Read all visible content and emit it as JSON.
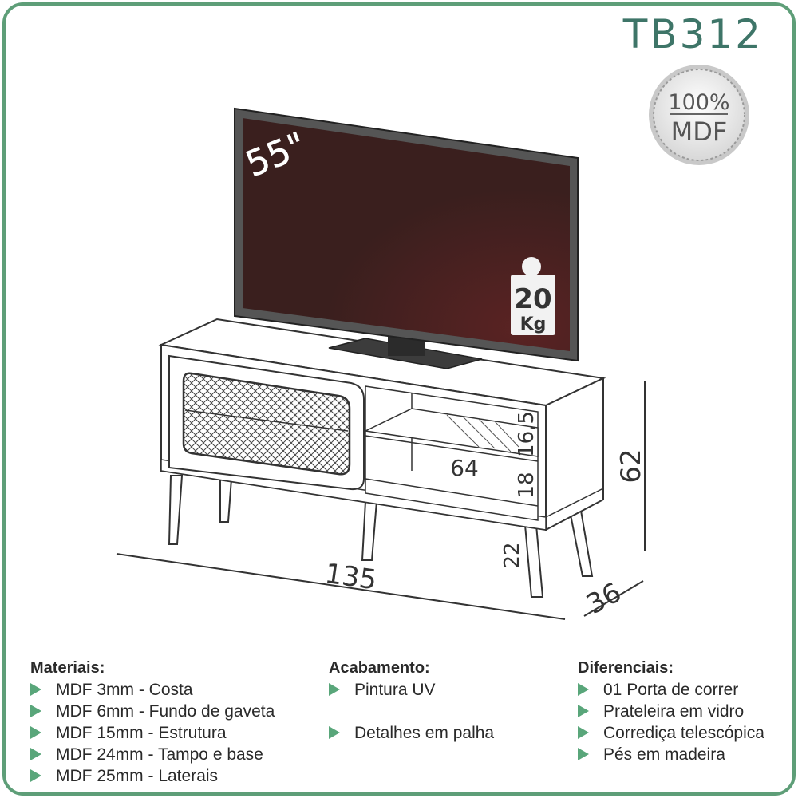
{
  "product_code": "TB312",
  "seal": {
    "line1": "100%",
    "line2": "MDF"
  },
  "tv": {
    "size": "55\"",
    "weight_value": "20",
    "weight_unit": "Kg"
  },
  "dimensions": {
    "width": "135",
    "depth": "36",
    "height": "62",
    "niche_width": "64",
    "niche_upper_height": "16,5",
    "niche_lower_height": "18",
    "leg_height": "22"
  },
  "colors": {
    "frame": "#5e9e78",
    "bullet": "#59a67a",
    "code": "#3e7568",
    "screen": "#3a1f1e"
  },
  "materials": {
    "title": "Materiais:",
    "items": [
      "MDF 3mm - Costa",
      "MDF 6mm - Fundo de gaveta",
      "MDF 15mm - Estrutura",
      "MDF 24mm - Tampo e base",
      "MDF 25mm - Laterais"
    ]
  },
  "finish": {
    "title": "Acabamento:",
    "items": [
      "Pintura UV",
      "",
      "Detalhes em palha"
    ]
  },
  "features": {
    "title": "Diferenciais:",
    "items": [
      "01 Porta de correr",
      "Prateleira em vidro",
      "Corrediça telescópica",
      "Pés em madeira"
    ]
  }
}
